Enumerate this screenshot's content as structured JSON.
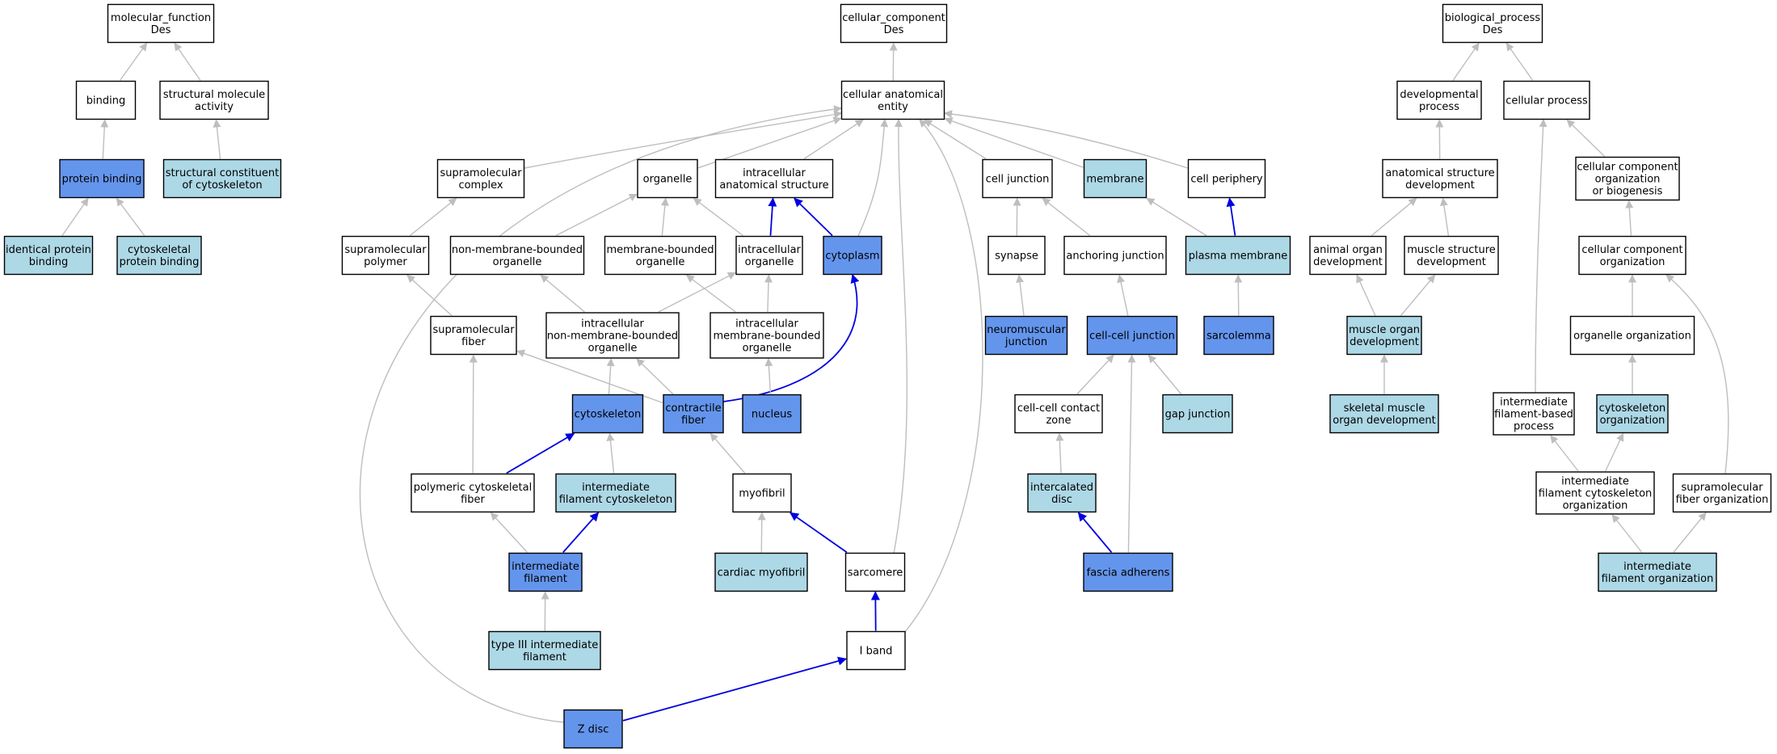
{
  "colors": {
    "plain": "#ffffff",
    "light": "#add8e6",
    "dark": "#6495ed",
    "edge_gray": "#bebebe",
    "edge_blue": "#0000e0",
    "border": "#000000"
  },
  "nodes": {
    "mf_root": {
      "lines": [
        "molecular_function",
        "Des"
      ],
      "fill": "plain"
    },
    "binding": {
      "lines": [
        "binding"
      ],
      "fill": "plain"
    },
    "structural_molecule_activity": {
      "lines": [
        "structural molecule",
        "activity"
      ],
      "fill": "plain"
    },
    "protein_binding": {
      "lines": [
        "protein binding"
      ],
      "fill": "dark"
    },
    "structural_constituent_cytoskeleton": {
      "lines": [
        "structural constituent",
        "of cytoskeleton"
      ],
      "fill": "light"
    },
    "identical_protein_binding": {
      "lines": [
        "identical protein",
        "binding"
      ],
      "fill": "light"
    },
    "cytoskeletal_protein_binding": {
      "lines": [
        "cytoskeletal",
        "protein binding"
      ],
      "fill": "light"
    },
    "cc_root": {
      "lines": [
        "cellular_component",
        "Des"
      ],
      "fill": "plain"
    },
    "cellular_anatomical_entity": {
      "lines": [
        "cellular anatomical",
        "entity"
      ],
      "fill": "plain"
    },
    "supramolecular_complex": {
      "lines": [
        "supramolecular",
        "complex"
      ],
      "fill": "plain"
    },
    "organelle": {
      "lines": [
        "organelle"
      ],
      "fill": "plain"
    },
    "intracellular_anatomical_structure": {
      "lines": [
        "intracellular",
        "anatomical structure"
      ],
      "fill": "plain"
    },
    "cell_junction": {
      "lines": [
        "cell junction"
      ],
      "fill": "plain"
    },
    "membrane": {
      "lines": [
        "membrane"
      ],
      "fill": "light"
    },
    "cell_periphery": {
      "lines": [
        "cell periphery"
      ],
      "fill": "plain"
    },
    "supramolecular_polymer": {
      "lines": [
        "supramolecular",
        "polymer"
      ],
      "fill": "plain"
    },
    "non_membrane_bounded_organelle": {
      "lines": [
        "non-membrane-bounded",
        "organelle"
      ],
      "fill": "plain"
    },
    "membrane_bounded_organelle": {
      "lines": [
        "membrane-bounded",
        "organelle"
      ],
      "fill": "plain"
    },
    "intracellular_organelle": {
      "lines": [
        "intracellular",
        "organelle"
      ],
      "fill": "plain"
    },
    "cytoplasm": {
      "lines": [
        "cytoplasm"
      ],
      "fill": "dark"
    },
    "synapse": {
      "lines": [
        "synapse"
      ],
      "fill": "plain"
    },
    "anchoring_junction": {
      "lines": [
        "anchoring junction"
      ],
      "fill": "plain"
    },
    "plasma_membrane": {
      "lines": [
        "plasma membrane"
      ],
      "fill": "light"
    },
    "supramolecular_fiber": {
      "lines": [
        "supramolecular",
        "fiber"
      ],
      "fill": "plain"
    },
    "intracellular_non_membrane_bounded_organelle": {
      "lines": [
        "intracellular",
        "non-membrane-bounded",
        "organelle"
      ],
      "fill": "plain"
    },
    "intracellular_membrane_bounded_organelle": {
      "lines": [
        "intracellular",
        "membrane-bounded",
        "organelle"
      ],
      "fill": "plain"
    },
    "neuromuscular_junction": {
      "lines": [
        "neuromuscular",
        "junction"
      ],
      "fill": "dark"
    },
    "cell_cell_junction": {
      "lines": [
        "cell-cell junction"
      ],
      "fill": "dark"
    },
    "sarcolemma": {
      "lines": [
        "sarcolemma"
      ],
      "fill": "dark"
    },
    "cytoskeleton": {
      "lines": [
        "cytoskeleton"
      ],
      "fill": "dark"
    },
    "contractile_fiber": {
      "lines": [
        "contractile",
        "fiber"
      ],
      "fill": "dark"
    },
    "nucleus": {
      "lines": [
        "nucleus"
      ],
      "fill": "dark"
    },
    "cell_cell_contact_zone": {
      "lines": [
        "cell-cell contact",
        "zone"
      ],
      "fill": "plain"
    },
    "gap_junction": {
      "lines": [
        "gap junction"
      ],
      "fill": "light"
    },
    "polymeric_cytoskeletal_fiber": {
      "lines": [
        "polymeric cytoskeletal",
        "fiber"
      ],
      "fill": "plain"
    },
    "intermediate_filament_cytoskeleton": {
      "lines": [
        "intermediate",
        "filament cytoskeleton"
      ],
      "fill": "light"
    },
    "myofibril": {
      "lines": [
        "myofibril"
      ],
      "fill": "plain"
    },
    "intercalated_disc": {
      "lines": [
        "intercalated",
        "disc"
      ],
      "fill": "light"
    },
    "intermediate_filament": {
      "lines": [
        "intermediate",
        "filament"
      ],
      "fill": "dark"
    },
    "cardiac_myofibril": {
      "lines": [
        "cardiac myofibril"
      ],
      "fill": "light"
    },
    "sarcomere": {
      "lines": [
        "sarcomere"
      ],
      "fill": "plain"
    },
    "fascia_adherens": {
      "lines": [
        "fascia adherens"
      ],
      "fill": "dark"
    },
    "type_iii_intermediate_filament": {
      "lines": [
        "type III intermediate",
        "filament"
      ],
      "fill": "light"
    },
    "i_band": {
      "lines": [
        "I band"
      ],
      "fill": "plain"
    },
    "z_disc": {
      "lines": [
        "Z disc"
      ],
      "fill": "dark"
    },
    "bp_root": {
      "lines": [
        "biological_process",
        "Des"
      ],
      "fill": "plain"
    },
    "developmental_process": {
      "lines": [
        "developmental",
        "process"
      ],
      "fill": "plain"
    },
    "cellular_process": {
      "lines": [
        "cellular process"
      ],
      "fill": "plain"
    },
    "anatomical_structure_development": {
      "lines": [
        "anatomical structure",
        "development"
      ],
      "fill": "plain"
    },
    "cellular_component_org_or_biogenesis": {
      "lines": [
        "cellular component",
        "organization",
        "or biogenesis"
      ],
      "fill": "plain"
    },
    "animal_organ_development": {
      "lines": [
        "animal organ",
        "development"
      ],
      "fill": "plain"
    },
    "muscle_structure_development": {
      "lines": [
        "muscle structure",
        "development"
      ],
      "fill": "plain"
    },
    "cellular_component_organization": {
      "lines": [
        "cellular component",
        "organization"
      ],
      "fill": "plain"
    },
    "muscle_organ_development": {
      "lines": [
        "muscle organ",
        "development"
      ],
      "fill": "light"
    },
    "organelle_organization": {
      "lines": [
        "organelle organization"
      ],
      "fill": "plain"
    },
    "skeletal_muscle_organ_development": {
      "lines": [
        "skeletal muscle",
        "organ development"
      ],
      "fill": "light"
    },
    "intermediate_filament_based_process": {
      "lines": [
        "intermediate",
        "filament-based",
        "process"
      ],
      "fill": "plain"
    },
    "cytoskeleton_organization": {
      "lines": [
        "cytoskeleton",
        "organization"
      ],
      "fill": "light"
    },
    "intermediate_filament_cytoskeleton_organization": {
      "lines": [
        "intermediate",
        "filament cytoskeleton",
        "organization"
      ],
      "fill": "plain"
    },
    "supramolecular_fiber_organization": {
      "lines": [
        "supramolecular",
        "fiber organization"
      ],
      "fill": "plain"
    },
    "intermediate_filament_organization": {
      "lines": [
        "intermediate",
        "filament organization"
      ],
      "fill": "light"
    }
  },
  "edges": [
    {
      "from": "binding",
      "to": "mf_root",
      "color": "gray"
    },
    {
      "from": "structural_molecule_activity",
      "to": "mf_root",
      "color": "gray"
    },
    {
      "from": "protein_binding",
      "to": "binding",
      "color": "gray"
    },
    {
      "from": "structural_constituent_cytoskeleton",
      "to": "structural_molecule_activity",
      "color": "gray"
    },
    {
      "from": "identical_protein_binding",
      "to": "protein_binding",
      "color": "gray"
    },
    {
      "from": "cytoskeletal_protein_binding",
      "to": "protein_binding",
      "color": "gray"
    },
    {
      "from": "cellular_anatomical_entity",
      "to": "cc_root",
      "color": "gray"
    },
    {
      "from": "supramolecular_complex",
      "to": "cellular_anatomical_entity",
      "color": "gray"
    },
    {
      "from": "organelle",
      "to": "cellular_anatomical_entity",
      "color": "gray"
    },
    {
      "from": "intracellular_anatomical_structure",
      "to": "cellular_anatomical_entity",
      "color": "gray"
    },
    {
      "from": "cell_junction",
      "to": "cellular_anatomical_entity",
      "color": "gray"
    },
    {
      "from": "membrane",
      "to": "cellular_anatomical_entity",
      "color": "gray"
    },
    {
      "from": "cell_periphery",
      "to": "cellular_anatomical_entity",
      "color": "gray"
    },
    {
      "from": "cytoplasm",
      "to": "cellular_anatomical_entity",
      "color": "gray"
    },
    {
      "from": "supramolecular_polymer",
      "to": "supramolecular_complex",
      "color": "gray"
    },
    {
      "from": "non_membrane_bounded_organelle",
      "to": "organelle",
      "color": "gray"
    },
    {
      "from": "membrane_bounded_organelle",
      "to": "organelle",
      "color": "gray"
    },
    {
      "from": "intracellular_organelle",
      "to": "organelle",
      "color": "gray"
    },
    {
      "from": "intracellular_organelle",
      "to": "intracellular_anatomical_structure",
      "color": "blue"
    },
    {
      "from": "cytoplasm",
      "to": "intracellular_anatomical_structure",
      "color": "blue"
    },
    {
      "from": "synapse",
      "to": "cell_junction",
      "color": "gray"
    },
    {
      "from": "anchoring_junction",
      "to": "cell_junction",
      "color": "gray"
    },
    {
      "from": "plasma_membrane",
      "to": "membrane",
      "color": "gray"
    },
    {
      "from": "plasma_membrane",
      "to": "cell_periphery",
      "color": "blue"
    },
    {
      "from": "supramolecular_fiber",
      "to": "supramolecular_polymer",
      "color": "gray"
    },
    {
      "from": "intracellular_non_membrane_bounded_organelle",
      "to": "non_membrane_bounded_organelle",
      "color": "gray"
    },
    {
      "from": "intracellular_non_membrane_bounded_organelle",
      "to": "intracellular_organelle",
      "color": "gray"
    },
    {
      "from": "intracellular_membrane_bounded_organelle",
      "to": "membrane_bounded_organelle",
      "color": "gray"
    },
    {
      "from": "intracellular_membrane_bounded_organelle",
      "to": "intracellular_organelle",
      "color": "gray"
    },
    {
      "from": "neuromuscular_junction",
      "to": "synapse",
      "color": "gray"
    },
    {
      "from": "cell_cell_junction",
      "to": "anchoring_junction",
      "color": "gray"
    },
    {
      "from": "sarcolemma",
      "to": "plasma_membrane",
      "color": "gray"
    },
    {
      "from": "cytoskeleton",
      "to": "intracellular_non_membrane_bounded_organelle",
      "color": "gray"
    },
    {
      "from": "contractile_fiber",
      "to": "intracellular_non_membrane_bounded_organelle",
      "color": "gray"
    },
    {
      "from": "contractile_fiber",
      "to": "supramolecular_fiber",
      "color": "gray"
    },
    {
      "from": "contractile_fiber",
      "to": "cytoplasm",
      "color": "blue"
    },
    {
      "from": "nucleus",
      "to": "intracellular_membrane_bounded_organelle",
      "color": "gray"
    },
    {
      "from": "cell_cell_contact_zone",
      "to": "cell_cell_junction",
      "color": "gray"
    },
    {
      "from": "gap_junction",
      "to": "cell_cell_junction",
      "color": "gray"
    },
    {
      "from": "polymeric_cytoskeletal_fiber",
      "to": "supramolecular_fiber",
      "color": "gray"
    },
    {
      "from": "polymeric_cytoskeletal_fiber",
      "to": "cytoskeleton",
      "color": "blue"
    },
    {
      "from": "intermediate_filament_cytoskeleton",
      "to": "cytoskeleton",
      "color": "gray"
    },
    {
      "from": "myofibril",
      "to": "contractile_fiber",
      "color": "gray"
    },
    {
      "from": "intercalated_disc",
      "to": "cell_cell_contact_zone",
      "color": "gray"
    },
    {
      "from": "intermediate_filament",
      "to": "polymeric_cytoskeletal_fiber",
      "color": "gray"
    },
    {
      "from": "intermediate_filament",
      "to": "intermediate_filament_cytoskeleton",
      "color": "blue"
    },
    {
      "from": "cardiac_myofibril",
      "to": "myofibril",
      "color": "gray"
    },
    {
      "from": "sarcomere",
      "to": "myofibril",
      "color": "blue"
    },
    {
      "from": "sarcomere",
      "to": "cellular_anatomical_entity",
      "color": "gray"
    },
    {
      "from": "fascia_adherens",
      "to": "intercalated_disc",
      "color": "blue"
    },
    {
      "from": "fascia_adherens",
      "to": "cell_cell_junction",
      "color": "gray"
    },
    {
      "from": "type_iii_intermediate_filament",
      "to": "intermediate_filament",
      "color": "gray"
    },
    {
      "from": "i_band",
      "to": "sarcomere",
      "color": "blue"
    },
    {
      "from": "i_band",
      "to": "cellular_anatomical_entity",
      "color": "gray"
    },
    {
      "from": "z_disc",
      "to": "i_band",
      "color": "blue"
    },
    {
      "from": "z_disc",
      "to": "cellular_anatomical_entity",
      "color": "gray"
    },
    {
      "from": "developmental_process",
      "to": "bp_root",
      "color": "gray"
    },
    {
      "from": "cellular_process",
      "to": "bp_root",
      "color": "gray"
    },
    {
      "from": "anatomical_structure_development",
      "to": "developmental_process",
      "color": "gray"
    },
    {
      "from": "cellular_component_org_or_biogenesis",
      "to": "cellular_process",
      "color": "gray"
    },
    {
      "from": "animal_organ_development",
      "to": "anatomical_structure_development",
      "color": "gray"
    },
    {
      "from": "muscle_structure_development",
      "to": "anatomical_structure_development",
      "color": "gray"
    },
    {
      "from": "cellular_component_organization",
      "to": "cellular_component_org_or_biogenesis",
      "color": "gray"
    },
    {
      "from": "muscle_organ_development",
      "to": "animal_organ_development",
      "color": "gray"
    },
    {
      "from": "muscle_organ_development",
      "to": "muscle_structure_development",
      "color": "gray"
    },
    {
      "from": "organelle_organization",
      "to": "cellular_component_organization",
      "color": "gray"
    },
    {
      "from": "skeletal_muscle_organ_development",
      "to": "muscle_organ_development",
      "color": "gray"
    },
    {
      "from": "intermediate_filament_based_process",
      "to": "cellular_process",
      "color": "gray"
    },
    {
      "from": "cytoskeleton_organization",
      "to": "organelle_organization",
      "color": "gray"
    },
    {
      "from": "intermediate_filament_cytoskeleton_organization",
      "to": "intermediate_filament_based_process",
      "color": "gray"
    },
    {
      "from": "intermediate_filament_cytoskeleton_organization",
      "to": "cytoskeleton_organization",
      "color": "gray"
    },
    {
      "from": "supramolecular_fiber_organization",
      "to": "cellular_component_organization",
      "color": "gray"
    },
    {
      "from": "intermediate_filament_organization",
      "to": "intermediate_filament_cytoskeleton_organization",
      "color": "gray"
    },
    {
      "from": "intermediate_filament_organization",
      "to": "supramolecular_fiber_organization",
      "color": "gray"
    }
  ]
}
